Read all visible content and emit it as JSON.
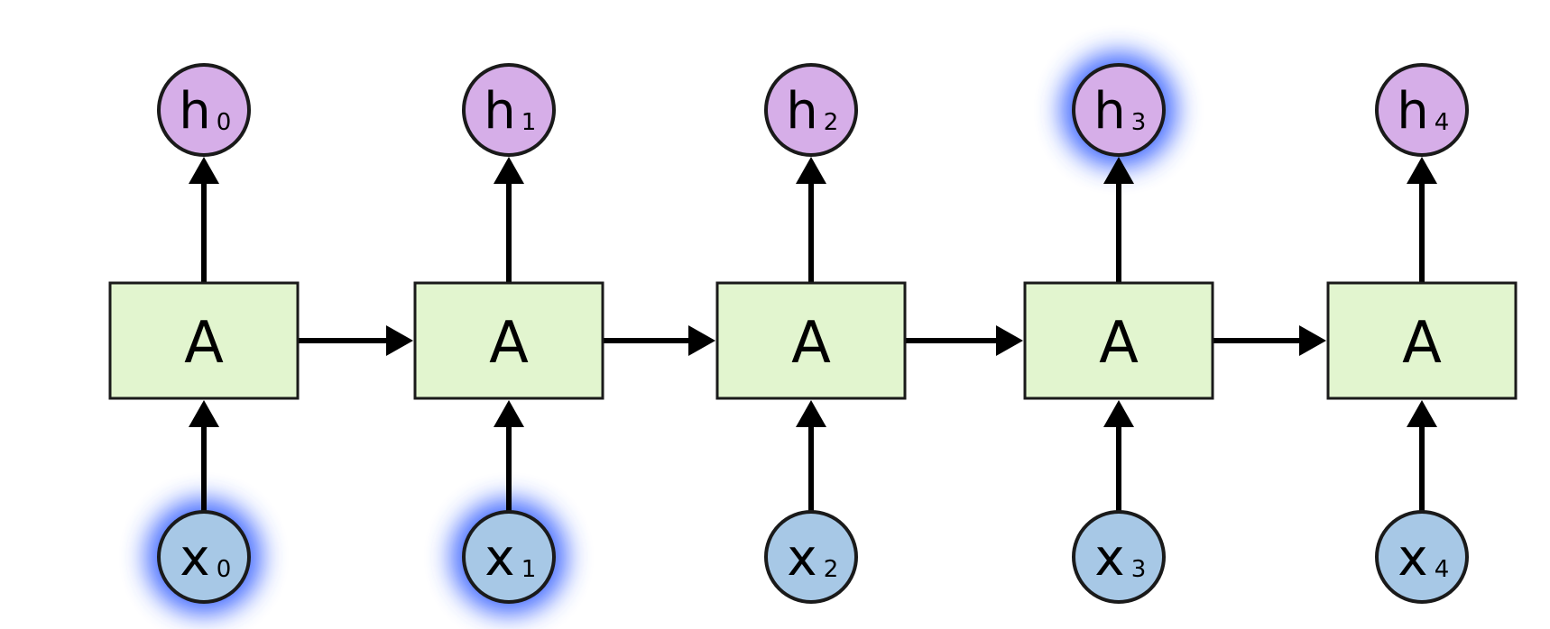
{
  "diagram": {
    "type": "unrolled-recurrent-network",
    "colors": {
      "cell_fill": "#e2f5cf",
      "output_fill": "#d6aee8",
      "input_fill": "#a7c8e6",
      "stroke": "#1a1a1a",
      "highlight_glow": "#3a63ff"
    },
    "steps": [
      {
        "cell": "A",
        "input_main": "x",
        "input_sub": "0",
        "output_main": "h",
        "output_sub": "0",
        "input_highlighted": true,
        "output_highlighted": false
      },
      {
        "cell": "A",
        "input_main": "x",
        "input_sub": "1",
        "output_main": "h",
        "output_sub": "1",
        "input_highlighted": true,
        "output_highlighted": false
      },
      {
        "cell": "A",
        "input_main": "x",
        "input_sub": "2",
        "output_main": "h",
        "output_sub": "2",
        "input_highlighted": false,
        "output_highlighted": false
      },
      {
        "cell": "A",
        "input_main": "x",
        "input_sub": "3",
        "output_main": "h",
        "output_sub": "3",
        "input_highlighted": false,
        "output_highlighted": true
      },
      {
        "cell": "A",
        "input_main": "x",
        "input_sub": "4",
        "output_main": "h",
        "output_sub": "4",
        "input_highlighted": false,
        "output_highlighted": false
      }
    ]
  }
}
